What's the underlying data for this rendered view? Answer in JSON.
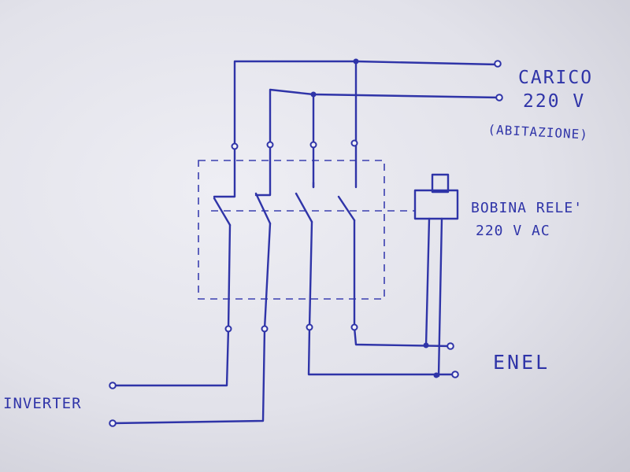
{
  "labels": {
    "load_line1": "CARICO",
    "load_line2": "220 V",
    "load_line3": "(ABITAZIONE)",
    "coil_line1": "BOBINA RELE'",
    "coil_line2": "220 V AC",
    "mains": "ENEL",
    "inverter": "INVERTER"
  },
  "colors": {
    "ink": "#2f34a8",
    "paper": "#e6e6ee"
  }
}
